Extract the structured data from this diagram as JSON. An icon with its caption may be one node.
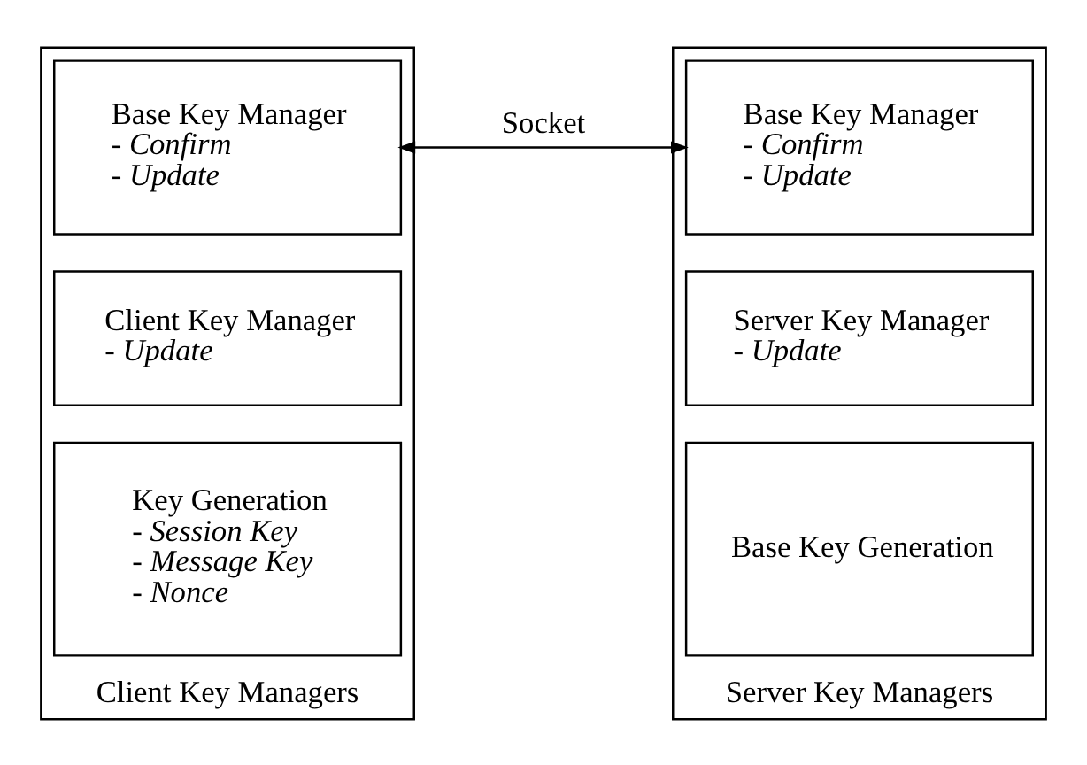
{
  "diagram": {
    "nodes": [
      {
        "text": [
          "Client Key Managers"
        ]
      },
      {
        "text": [
          "Base Key Manager",
          "- Confirm",
          "- Update"
        ],
        "in": 0
      },
      {
        "text": [
          "Client Key Manager",
          "- Update"
        ],
        "in": 0
      },
      {
        "text": [
          "Key Generation",
          "- Session Key",
          "- Message Key",
          "- Nonce"
        ],
        "in": 0
      },
      {
        "text": [
          "Server Key Managers"
        ]
      },
      {
        "text": [
          "Base Key Manager",
          "- Confirm",
          "- Update"
        ],
        "in": 4
      },
      {
        "text": [
          "Server Key Manager",
          "- Update"
        ],
        "in": 4
      },
      {
        "text": [
          "Base Key Generation"
        ],
        "in": 4
      }
    ],
    "edges": [
      {
        "from": 1,
        "to": 5,
        "arrow": "both",
        "label": "Socket"
      }
    ]
  }
}
